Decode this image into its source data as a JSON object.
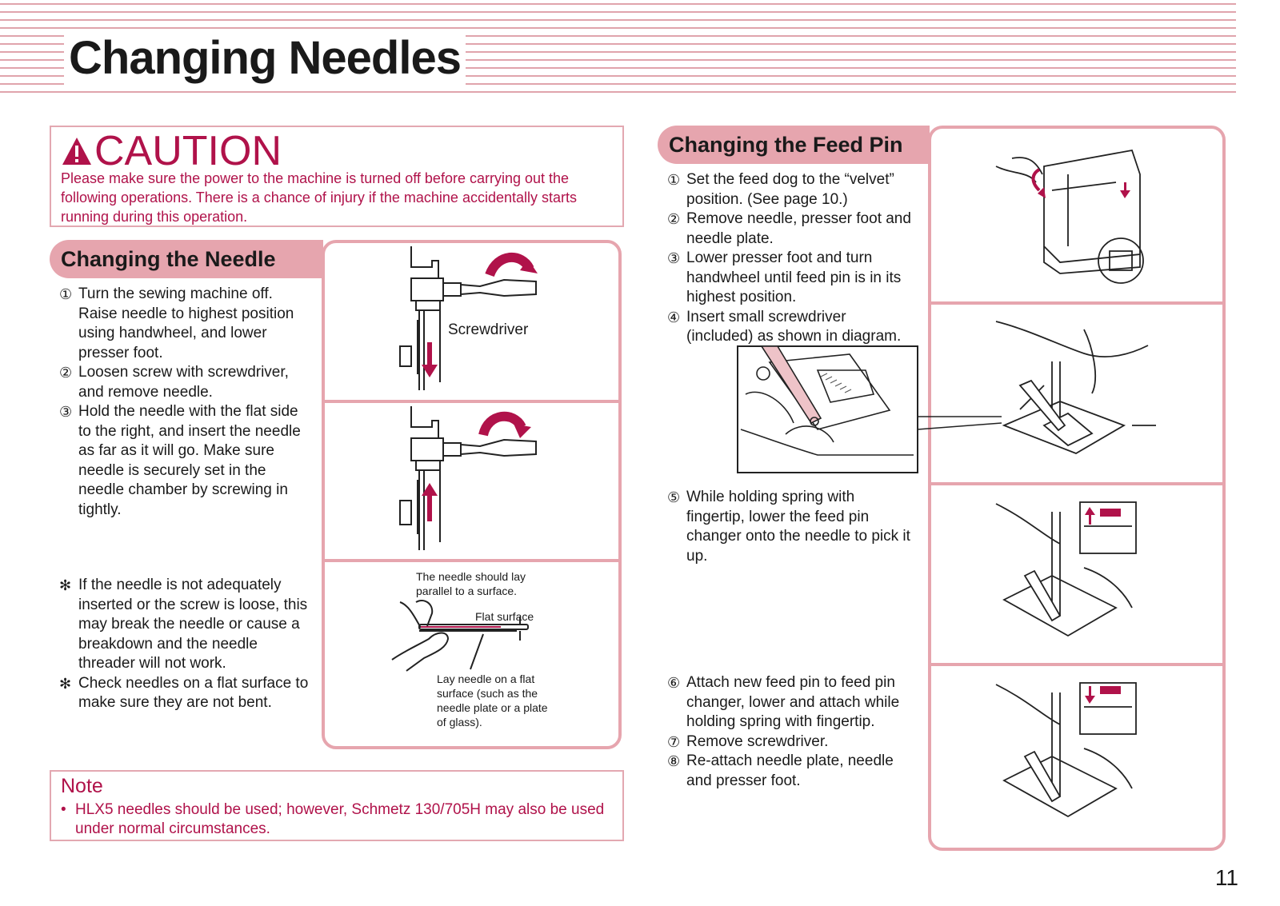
{
  "title": "Changing Needles",
  "caution": {
    "heading": "CAUTION",
    "text": "Please make sure the power to the machine is turned off before carrying out the following operations. There is a chance of injury if the machine accidentally starts running during this operation."
  },
  "needle_section": {
    "heading": "Changing the Needle",
    "steps": [
      {
        "num": "①",
        "text": "Turn the sewing machine off. Raise needle to highest position using handwheel, and lower presser foot."
      },
      {
        "num": "②",
        "text": "Loosen screw with screwdriver, and remove needle."
      },
      {
        "num": "③",
        "text": "Hold the needle with the flat side to the right, and insert the needle as far as it will go. Make sure needle is securely set in the needle chamber by screwing in tightly."
      }
    ],
    "notes": [
      {
        "num": "✻",
        "text": "If the needle is not adequately inserted or the screw is loose, this may break the needle or cause a breakdown and the needle threader will not work."
      },
      {
        "num": "✻",
        "text": "Check needles on a flat surface to make sure they are not bent."
      }
    ],
    "labels": {
      "screwdriver": "Screwdriver",
      "parallel": "The needle should lay parallel to a surface.",
      "flat_surface": "Flat surface",
      "lay_needle": "Lay needle on a flat surface (such as the needle plate or a plate of glass)."
    }
  },
  "note": {
    "heading": "Note",
    "bullet": "•",
    "text": "HLX5 needles should be used; however, Schmetz 130/705H may also be used under normal circumstances."
  },
  "feed_pin_section": {
    "heading": "Changing the Feed Pin",
    "steps_a": [
      {
        "num": "①",
        "text": "Set the feed dog to the “velvet” position. (See page 10.)"
      },
      {
        "num": "②",
        "text": "Remove needle, presser foot and needle plate."
      },
      {
        "num": "③",
        "text": "Lower presser foot and turn handwheel until feed pin is in its highest position."
      },
      {
        "num": "④",
        "text": "Insert small screwdriver (included) as shown in diagram."
      }
    ],
    "steps_b": [
      {
        "num": "⑤",
        "text": "While holding spring with fingertip, lower the feed pin changer onto the needle to pick it up."
      }
    ],
    "steps_c": [
      {
        "num": "⑥",
        "text": "Attach new feed pin to feed pin changer, lower and attach while holding spring with fingertip."
      },
      {
        "num": "⑦",
        "text": "Remove screwdriver."
      },
      {
        "num": "⑧",
        "text": "Re-attach needle plate, needle and presser foot."
      }
    ]
  },
  "page_number": "11",
  "colors": {
    "accent": "#b0124a",
    "pink": "#e6a5ae"
  }
}
